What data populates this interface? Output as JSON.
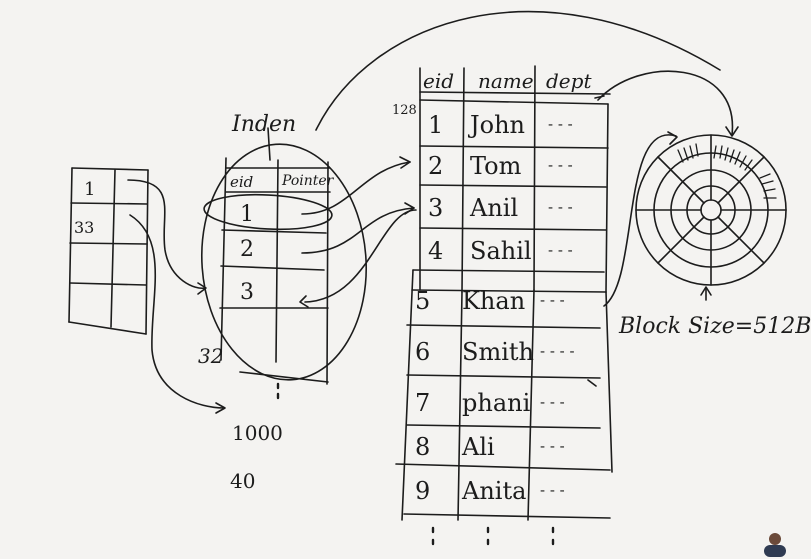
{
  "index_table": {
    "title": "Inden",
    "headers": [
      "eid",
      "Pointer"
    ],
    "entries": [
      "1",
      "2",
      "3"
    ],
    "after_rows": "32",
    "continuation": ":"
  },
  "outer_index": {
    "entries": [
      "1",
      "33"
    ],
    "targets": [
      "1000",
      "40"
    ]
  },
  "data_table": {
    "headers": [
      "eid",
      "name",
      "dept"
    ],
    "block_address": "128",
    "rows": [
      {
        "eid": "1",
        "name": "John",
        "dept": "- - -"
      },
      {
        "eid": "2",
        "name": "Tom",
        "dept": "- - -"
      },
      {
        "eid": "3",
        "name": "Anil",
        "dept": "- - -"
      },
      {
        "eid": "4",
        "name": "Sahil",
        "dept": "- - -"
      },
      {
        "eid": "5",
        "name": "Khan",
        "dept": "- - -"
      },
      {
        "eid": "6",
        "name": "Smith",
        "dept": "- - - -"
      },
      {
        "eid": "7",
        "name": "phani",
        "dept": "- - -"
      },
      {
        "eid": "8",
        "name": "Ali",
        "dept": "- - -"
      },
      {
        "eid": "9",
        "name": "Anita",
        "dept": "- - -"
      }
    ]
  },
  "disk": {
    "caption": "Block Size=512B"
  },
  "colors": {
    "board": "#f4f3f1",
    "ink": "#1c1c1c"
  }
}
